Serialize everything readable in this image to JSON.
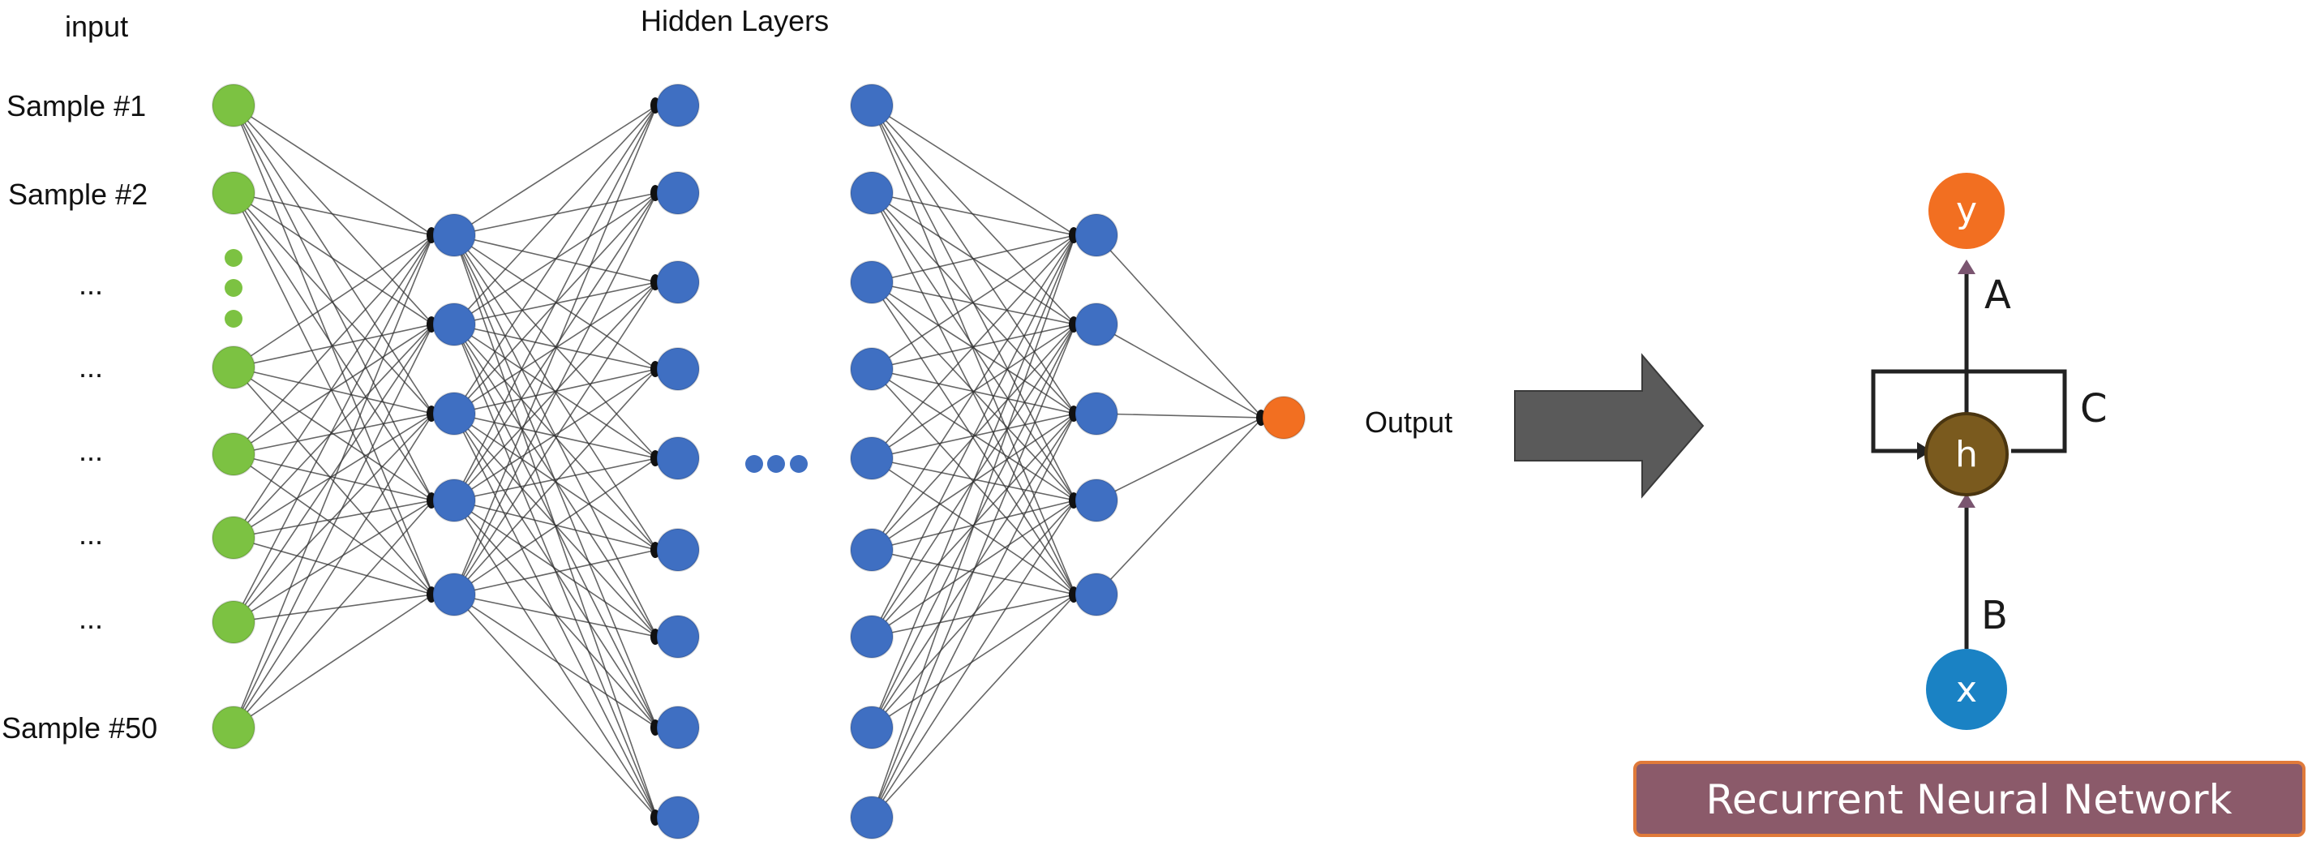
{
  "left_diagram": {
    "input_title": "input",
    "hidden_title": "Hidden Layers",
    "output_label": "Output",
    "row_labels": [
      "Sample #1",
      "Sample #2",
      "...",
      "...",
      "...",
      "...",
      "...",
      "Sample #50"
    ]
  },
  "rnn": {
    "node_y": "y",
    "node_h": "h",
    "node_x": "x",
    "label_a": "A",
    "label_b": "B",
    "label_c": "C",
    "banner": "Recurrent Neural Network"
  },
  "colors": {
    "input_node": "#7cc242",
    "hidden_node": "#3f6fc2",
    "output_node": "#f26f21",
    "arrow": "#5a5a5a",
    "rnn_y": "#f26f21",
    "rnn_h": "#7a5a1e",
    "rnn_x": "#1a82c4",
    "banner_fill": "#8b5a6a",
    "banner_border": "#e07a3a"
  }
}
